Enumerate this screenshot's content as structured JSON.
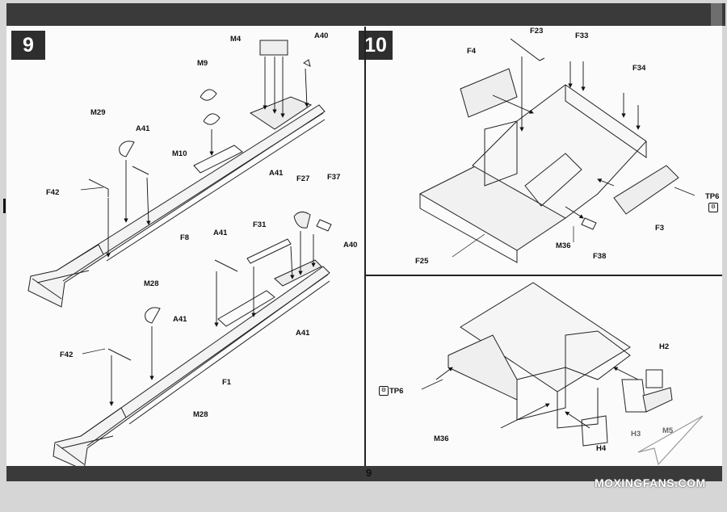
{
  "page": {
    "page_number": "9",
    "watermark": "MOXINGFANS.COM"
  },
  "steps": [
    {
      "number": "9"
    },
    {
      "number": "10"
    }
  ],
  "callouts": {
    "step9": {
      "m4": "M4",
      "a40_top": "A40",
      "m9": "M9",
      "m29": "M29",
      "a41_1": "A41",
      "m10": "M10",
      "a41_2": "A41",
      "f42_1": "F42",
      "f8": "F8",
      "f27": "F27",
      "f37": "F37",
      "f31": "F31",
      "a41_3": "A41",
      "a40_mid": "A40",
      "m28_1": "M28",
      "a41_4": "A41",
      "a41_5": "A41",
      "f42_2": "F42",
      "f1": "F1",
      "m28_2": "M28"
    },
    "step10": {
      "f23": "F23",
      "f33": "F33",
      "f4": "F4",
      "f34": "F34",
      "tp6_1": "TP6",
      "f3": "F3",
      "m36_1": "M36",
      "f38": "F38",
      "f25": "F25"
    },
    "step10b": {
      "h2": "H2",
      "tp6_2": "TP6",
      "h3": "H3",
      "m5": "M5",
      "m36_2": "M36",
      "h4": "H4"
    }
  }
}
